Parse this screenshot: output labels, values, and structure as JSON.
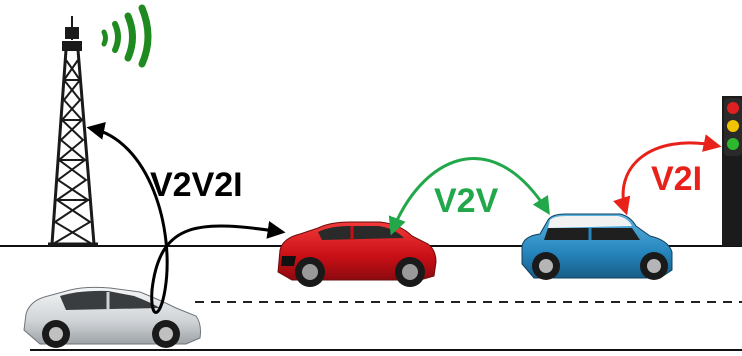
{
  "labels": {
    "v2v2i": "V2V2I",
    "v2v": "V2V",
    "v2i": "V2I"
  },
  "colors": {
    "v2v2i": "#000000",
    "v2v": "#22a84a",
    "v2i": "#e8211b",
    "signal_waves": "#1f8a1f",
    "car_red": "#d3121b",
    "car_blue": "#2b8fc6",
    "car_silver": "#d9dcdf",
    "tower": "#1a1a1a",
    "traffic_light_red": "#e02020",
    "traffic_light_yellow": "#f2c300",
    "traffic_light_green": "#2eb82e"
  },
  "icons": [
    "signal-waves-icon",
    "cell-tower-icon",
    "traffic-light-icon",
    "red-car-icon",
    "blue-car-icon",
    "silver-car-icon"
  ]
}
